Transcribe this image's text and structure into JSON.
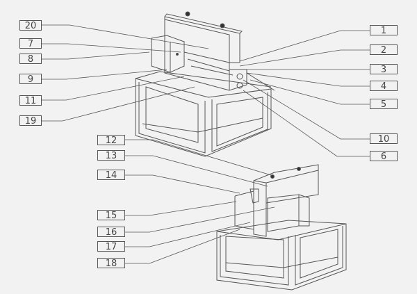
{
  "title": "Machine parts diagram",
  "callouts": {
    "c20": "20",
    "c7": "7",
    "c8": "8",
    "c9": "9",
    "c11": "11",
    "c19": "19",
    "c1": "1",
    "c2": "2",
    "c3": "3",
    "c4": "4",
    "c5": "5",
    "c10": "10",
    "c6": "6",
    "c12": "12",
    "c13": "13",
    "c14": "14",
    "c15": "15",
    "c16": "16",
    "c17": "17",
    "c18": "18"
  },
  "colors": {
    "line": "#555555",
    "background": "#f2f2f2"
  }
}
